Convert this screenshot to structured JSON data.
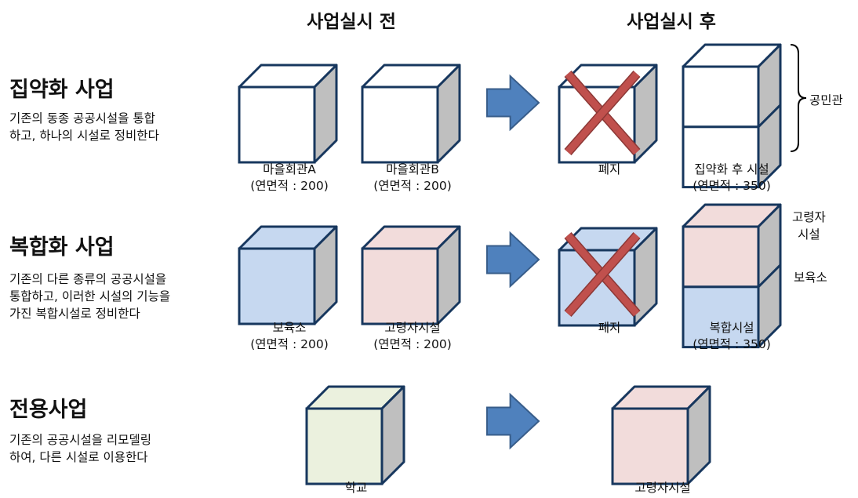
{
  "columns": {
    "before": "사업실시 전",
    "after": "사업실시 후"
  },
  "colors": {
    "white": "#ffffff",
    "blue": "#c6d8f0",
    "pink": "#f2dcdb",
    "green": "#ebf1de",
    "side": "#bfbfbf",
    "outline": "#17375e",
    "arrow": "#4f81bd",
    "arrow_stroke": "#385d8a",
    "cross": "#c0504d",
    "cross_stroke": "#8c3836"
  },
  "sections": {
    "consolidation": {
      "title": "집약화 사업",
      "desc": "기존의 동종 공공시설을 통합\n하고, 하나의 시설로 정비한다",
      "before1": "마을회관A\n(연면적 : 200)",
      "before2": "마을회관B\n(연면적 : 200)",
      "removed": "폐지",
      "after": "집약화 후 시설\n(연면적 : 350)",
      "brace_label": "공민관"
    },
    "complex": {
      "title": "복합화 사업",
      "desc": "기존의 다른 종류의 공공시설을\n통합하고, 이러한 시설의 기능을\n가진 복합시설로 정비한다",
      "before1": "보육소\n(연면적 : 200)",
      "before2": "고령자시설\n(연면적 : 200)",
      "removed": "폐지",
      "after": "복합시설\n(연면적 : 350)",
      "upper_label": "고령자\n시설",
      "lower_label": "보육소"
    },
    "conversion": {
      "title": "전용사업",
      "desc": "기존의 공공시설을 리모델링\n하여, 다른 시설로 이용한다",
      "before": "학교",
      "after": "고령자시설"
    }
  }
}
